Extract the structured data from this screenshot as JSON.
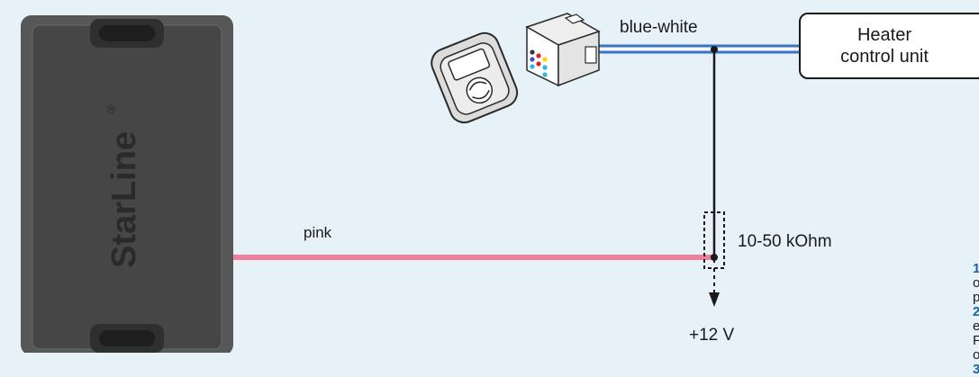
{
  "labels": {
    "wire_top": "blue-white",
    "wire_pink": "pink",
    "resistor": "10-50 kOhm",
    "voltage": "+12 V"
  },
  "heater_unit": {
    "line1": "Heater",
    "line2": "control unit"
  },
  "device": {
    "brand": "StarLine",
    "trademark": "®"
  },
  "notes": [
    {
      "num": "1",
      "text": ""
    },
    {
      "num": "",
      "text": "o"
    },
    {
      "num": "",
      "text": "p"
    },
    {
      "num": "2",
      "text": ""
    },
    {
      "num": "",
      "text": "e"
    },
    {
      "num": "",
      "text": "F"
    },
    {
      "num": "",
      "text": "o"
    },
    {
      "num": "3",
      "text": ""
    }
  ],
  "colors": {
    "background": "#e6f1f8",
    "pink_wire": "#ef7d9c",
    "blue_wire": "#3a74c2",
    "device_body": "#545454",
    "device_panel": "#444444",
    "accent": "#1565a8"
  }
}
